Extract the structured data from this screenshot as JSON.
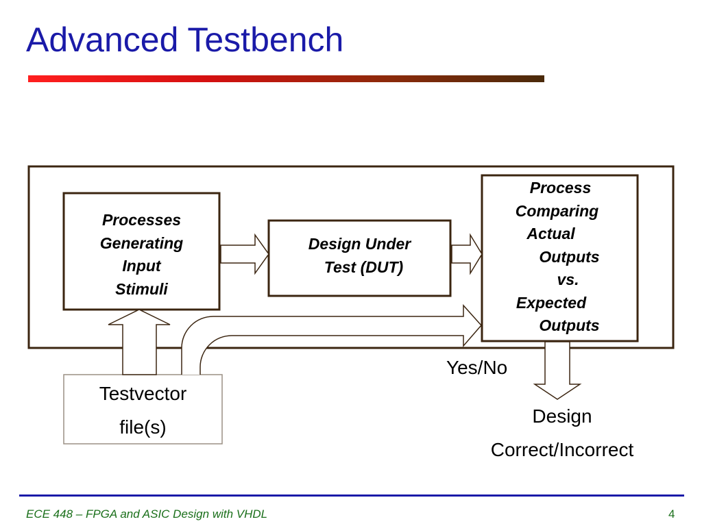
{
  "slide": {
    "title": "Advanced Testbench"
  },
  "diagram": {
    "stimulus_box": {
      "lines": [
        "Processes",
        "Generating",
        "Input",
        "Stimuli"
      ]
    },
    "dut_box": {
      "lines": [
        "Design Under",
        "Test (DUT)"
      ]
    },
    "compare_box": {
      "lines": [
        "Process",
        "Comparing",
        "Actual",
        "Outputs",
        "vs.",
        "Expected",
        "Outputs"
      ]
    },
    "testvector_box": {
      "lines": [
        "Testvector",
        "file(s)"
      ]
    },
    "yes_no_label": "Yes/No",
    "result_label": {
      "lines": [
        "Design",
        "Correct/Incorrect"
      ]
    }
  },
  "footer": {
    "course": "ECE 448 – FPGA and ASIC Design with VHDL",
    "page_number": "4"
  },
  "colors": {
    "title": "#1a1aa8",
    "diagram_stroke": "#3b2510",
    "testvector_stroke": "#9a8f84",
    "footer_text": "#1a6f1a",
    "footer_rule": "#1a1aa8"
  }
}
